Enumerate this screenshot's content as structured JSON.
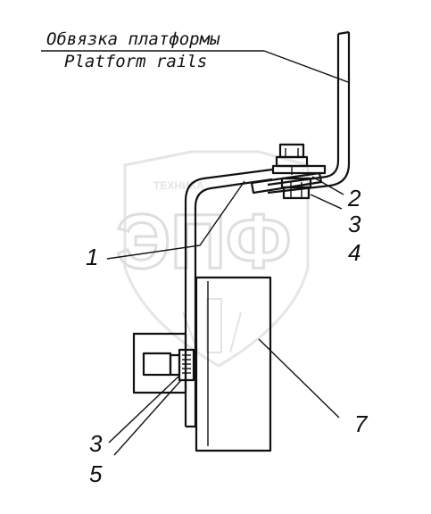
{
  "caption": {
    "line_ru": "Обвязка платформы",
    "line_en": "Platform rails"
  },
  "callouts": {
    "c1": "1",
    "c2": "2",
    "c3_upper": "3",
    "c4": "4",
    "c3_lower": "3",
    "c5": "5",
    "c7": "7"
  },
  "watermark": {
    "brand_small": "ТЕХНИКА",
    "brand_big": "ЭПФ"
  },
  "colors": {
    "ink": "#111111",
    "watermark": "#dedede",
    "background": "#ffffff"
  }
}
